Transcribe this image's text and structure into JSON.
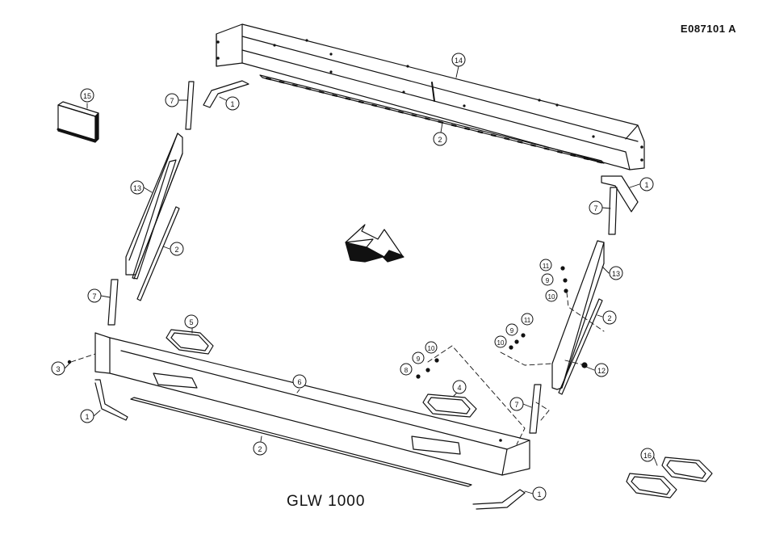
{
  "drawing_code": "E087101 A",
  "model_label": "GLW 1000",
  "callouts": [
    {
      "name": "callout-14-top-rear-rail",
      "number": "14"
    },
    {
      "name": "callout-15-pad",
      "number": "15"
    },
    {
      "name": "callout-7-upper-left-plate",
      "number": "7"
    },
    {
      "name": "callout-1-upper-left-bracket",
      "number": "1"
    },
    {
      "name": "callout-2-top-strip",
      "number": "2"
    },
    {
      "name": "callout-13-left-side-rail",
      "number": "13"
    },
    {
      "name": "callout-2-left-strip",
      "number": "2"
    },
    {
      "name": "callout-7-lower-left-plate",
      "number": "7"
    },
    {
      "name": "callout-5-left-bumper-pad",
      "number": "5"
    },
    {
      "name": "callout-3-bolt",
      "number": "3"
    },
    {
      "name": "callout-1-lower-left-bracket",
      "number": "1"
    },
    {
      "name": "callout-6-front-rail",
      "number": "6"
    },
    {
      "name": "callout-2-front-strip",
      "number": "2"
    },
    {
      "name": "callout-1-upper-right-bracket",
      "number": "1"
    },
    {
      "name": "callout-7-upper-right-plate",
      "number": "7"
    },
    {
      "name": "callout-13-right-side-rail",
      "number": "13"
    },
    {
      "name": "callout-2-right-strip",
      "number": "2"
    },
    {
      "name": "callout-11-right-hardware",
      "number": "11"
    },
    {
      "name": "callout-9-right-hardware",
      "number": "9"
    },
    {
      "name": "callout-10-right-hardware",
      "number": "10"
    },
    {
      "name": "callout-11-mid-hardware",
      "number": "11"
    },
    {
      "name": "callout-9-mid-hardware",
      "number": "9"
    },
    {
      "name": "callout-10-mid-hardware",
      "number": "10"
    },
    {
      "name": "callout-12-nut",
      "number": "12"
    },
    {
      "name": "callout-10-center-hardware",
      "number": "10"
    },
    {
      "name": "callout-9-center-hardware",
      "number": "9"
    },
    {
      "name": "callout-8-center-hardware",
      "number": "8"
    },
    {
      "name": "callout-4-center-bumper-pad",
      "number": "4"
    },
    {
      "name": "callout-7-lower-right-plate",
      "number": "7"
    },
    {
      "name": "callout-16-spare-pads",
      "number": "16"
    },
    {
      "name": "callout-1-lower-right-bracket",
      "number": "1"
    }
  ]
}
